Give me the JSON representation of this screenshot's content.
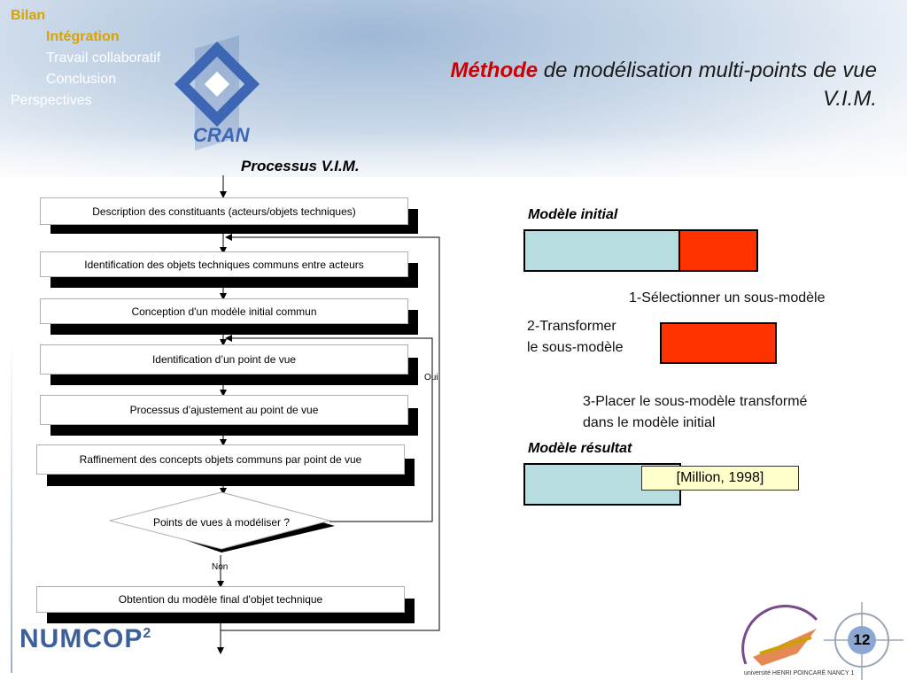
{
  "nav": {
    "items": [
      {
        "label": "Bilan",
        "color": "#d9a300",
        "bold": true
      },
      {
        "label": "Intégration",
        "color": "#d9a300",
        "bold": true
      },
      {
        "label": "Travail collaboratif",
        "color": "#ffffff",
        "bold": false
      },
      {
        "label": "Conclusion",
        "color": "#ffffff",
        "bold": false
      },
      {
        "label": "Perspectives",
        "color": "#ffffff",
        "bold": false
      }
    ]
  },
  "logo": {
    "text": "CRAN"
  },
  "title": {
    "emphasis": "Méthode",
    "rest": " de modélisation multi-points de vue",
    "line2": "V.I.M."
  },
  "process": {
    "title": "Processus V.I.M.",
    "steps": [
      "Description des constituants (acteurs/objets techniques)",
      "Identification des objets techniques communs entre acteurs",
      "Conception d'un modèle initial commun",
      "Identification d’un point de vue",
      "Processus d’ajustement au point de vue",
      "Raffinement des concepts objets communs par point de vue",
      "Obtention du modèle final d'objet technique"
    ],
    "decision": "Points de vues à modéliser ?",
    "yes": "Oui",
    "no": "Non"
  },
  "model": {
    "initial_label": "Modèle initial",
    "step1": "1-Sélectionner un sous-modèle",
    "step2_line1": "2-Transformer",
    "step2_line2": "le sous-modèle",
    "step3_line1": "3-Placer le sous-modèle transformé",
    "step3_line2": "dans le modèle initial",
    "result_label": "Modèle résultat",
    "reference": "[Million, 1998]",
    "colors": {
      "light_blue": "#b8dde0",
      "red": "#ff3300"
    }
  },
  "footer": {
    "brand": "NUMCOP",
    "brand_sup": "2",
    "university": "université HENRI POINCARÉ NANCY 1",
    "page": "12"
  }
}
